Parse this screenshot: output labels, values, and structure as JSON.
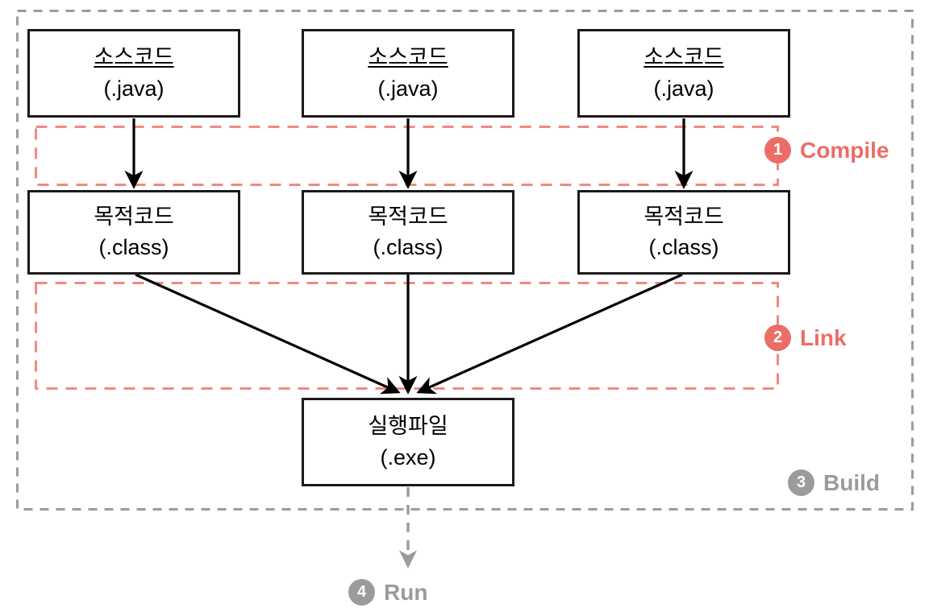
{
  "diagram": {
    "title": "Java build pipeline diagram",
    "colors": {
      "accent_red": "#ec6d67",
      "accent_gray": "#9b9b9b",
      "box_border": "#1a1a1a",
      "background": "#ffffff"
    },
    "source_boxes": [
      {
        "name": "소스코드",
        "ext": "(.java)",
        "underline": true
      },
      {
        "name": "소스코드",
        "ext": "(.java)",
        "underline": true
      },
      {
        "name": "소스코드",
        "ext": "(.java)",
        "underline": true
      }
    ],
    "object_boxes": [
      {
        "name": "목적코드",
        "ext": "(.class)",
        "underline": false
      },
      {
        "name": "목적코드",
        "ext": "(.class)",
        "underline": false
      },
      {
        "name": "목적코드",
        "ext": "(.class)",
        "underline": false
      }
    ],
    "executable_box": {
      "name": "실행파일",
      "ext": "(.exe)",
      "underline": false
    },
    "steps": [
      {
        "number": "1",
        "label": "Compile",
        "color": "red"
      },
      {
        "number": "2",
        "label": "Link",
        "color": "red"
      },
      {
        "number": "3",
        "label": "Build",
        "color": "gray"
      },
      {
        "number": "4",
        "label": "Run",
        "color": "gray"
      }
    ]
  }
}
